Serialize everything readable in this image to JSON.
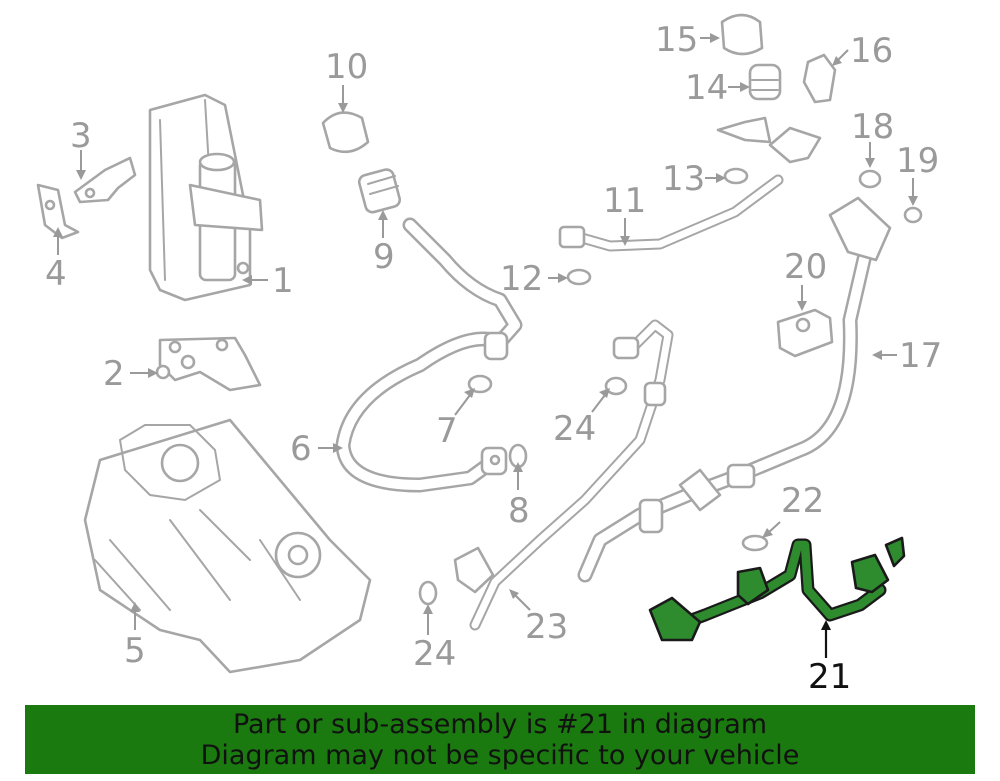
{
  "diagram": {
    "callouts": [
      "1",
      "2",
      "3",
      "4",
      "5",
      "6",
      "7",
      "8",
      "9",
      "10",
      "11",
      "12",
      "13",
      "14",
      "15",
      "16",
      "17",
      "18",
      "19",
      "20",
      "21",
      "22",
      "23",
      "24",
      "24"
    ],
    "highlighted_part": "21",
    "colors": {
      "line_art": "#a6a6a6",
      "highlight": "#2e8b2e",
      "banner": "#1a7a10"
    }
  },
  "banner": {
    "line1": "Part or sub-assembly is #21 in diagram",
    "line2": "Diagram may not be specific to your vehicle"
  }
}
